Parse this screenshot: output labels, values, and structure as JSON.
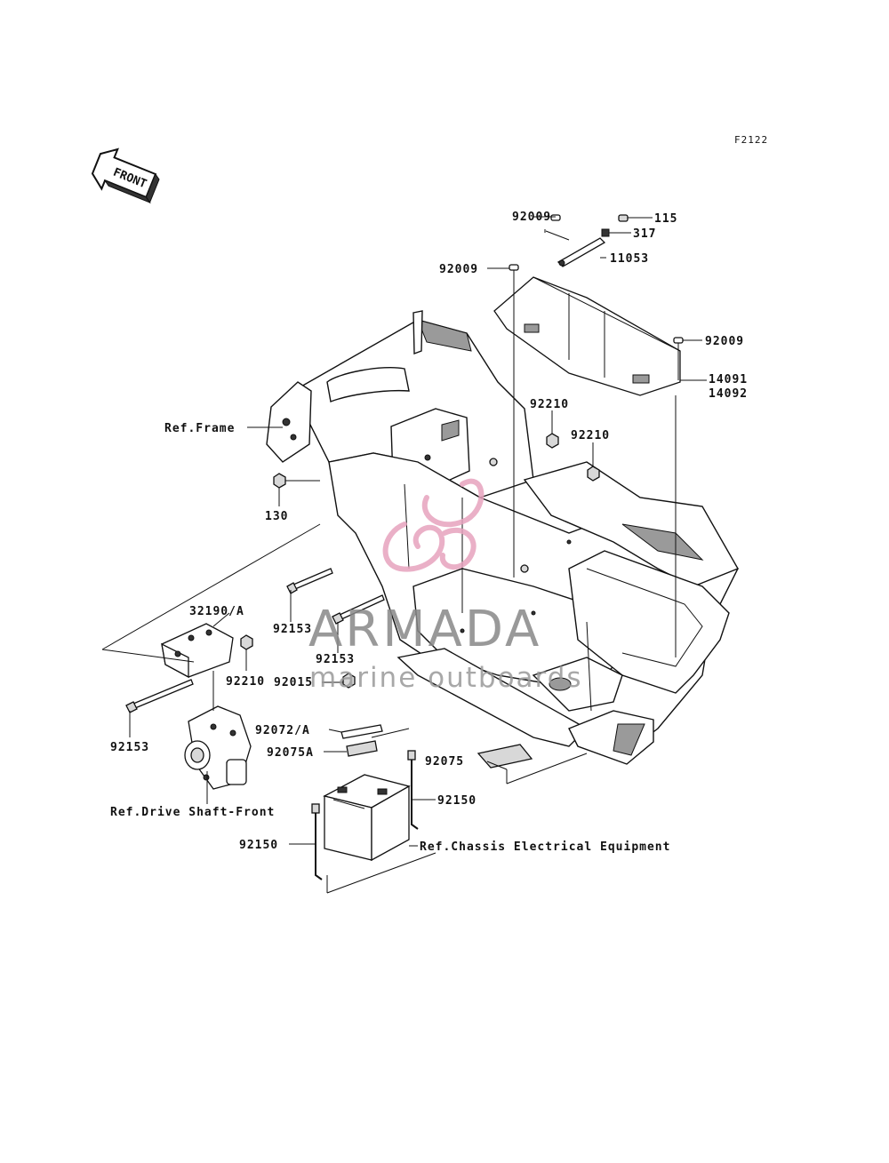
{
  "figure_code": "F2122",
  "front_label": "FRONT",
  "labels": {
    "p92009_top": "92009",
    "p115": "115",
    "p317": "317",
    "p11053": "11053",
    "p92009_mid": "92009",
    "p92009_right": "92009",
    "p14091": "14091",
    "p14092": "14092",
    "p92210_a": "92210",
    "p92210_b": "92210",
    "ref_frame": "Ref.Frame",
    "p130": "130",
    "p32190": "32190/A",
    "p92210_c": "92210",
    "p92153_a": "92153",
    "p92153_b": "92153",
    "p92153_c": "92153",
    "p92015": "92015",
    "p92072": "92072/A",
    "p92075A": "92075A",
    "p92075": "92075",
    "p92150_a": "92150",
    "p92150_b": "92150",
    "ref_drive": "Ref.Drive Shaft-Front",
    "ref_chassis": "Ref.Chassis Electrical Equipment"
  },
  "watermark": {
    "brand": "ARMADA",
    "tagline": "marine outboards",
    "color": "#e7a3be"
  }
}
